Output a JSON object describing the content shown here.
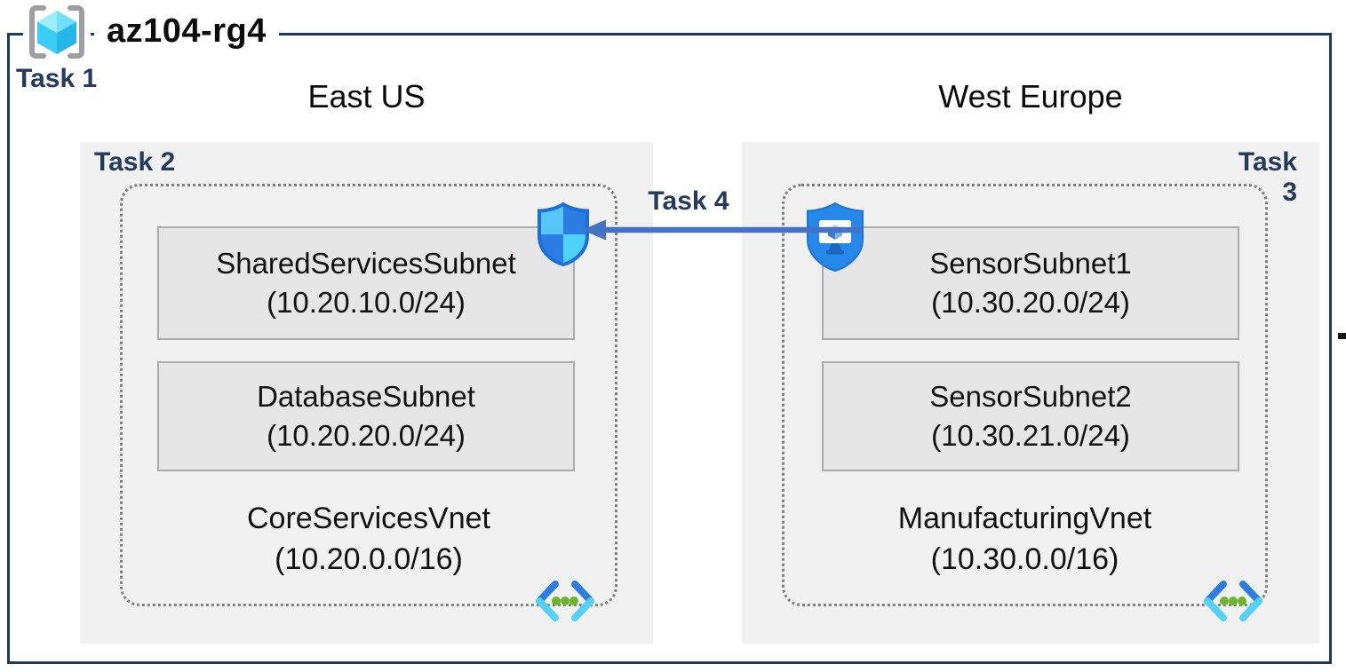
{
  "title": {
    "resource_group": "az104-rg4",
    "task": "Task 1",
    "icon": "resource-group-icon"
  },
  "regions": [
    {
      "name": "East US",
      "task": "Task 2",
      "attached_icon": "network-security-group-shield-icon",
      "vnet": {
        "name": "CoreServicesVnet",
        "cidr": "(10.20.0.0/16)",
        "icon": "virtual-network-icon",
        "subnets": [
          {
            "name": "SharedServicesSubnet",
            "cidr": "(10.20.10.0/24)"
          },
          {
            "name": "DatabaseSubnet",
            "cidr": "(10.20.20.0/24)"
          }
        ]
      }
    },
    {
      "name": "West Europe",
      "task": "Task 3",
      "attached_icon": "bastion-shield-icon",
      "vnet": {
        "name": "ManufacturingVnet",
        "cidr": "(10.30.0.0/16)",
        "icon": "virtual-network-icon",
        "subnets": [
          {
            "name": "SensorSubnet1",
            "cidr": "(10.30.20.0/24)"
          },
          {
            "name": "SensorSubnet2",
            "cidr": "(10.30.21.0/24)"
          }
        ]
      }
    }
  ],
  "peering": {
    "label": "Task 4"
  },
  "colors": {
    "task_label": "#243A5E",
    "outer_border": "#1E3A5F",
    "region_fill": "#F1F1F2",
    "subnet_fill": "#E6E6E6",
    "subnet_border": "#ABABAB",
    "dotted_border": "#7F7F7F",
    "arrow": "#4472C4"
  }
}
